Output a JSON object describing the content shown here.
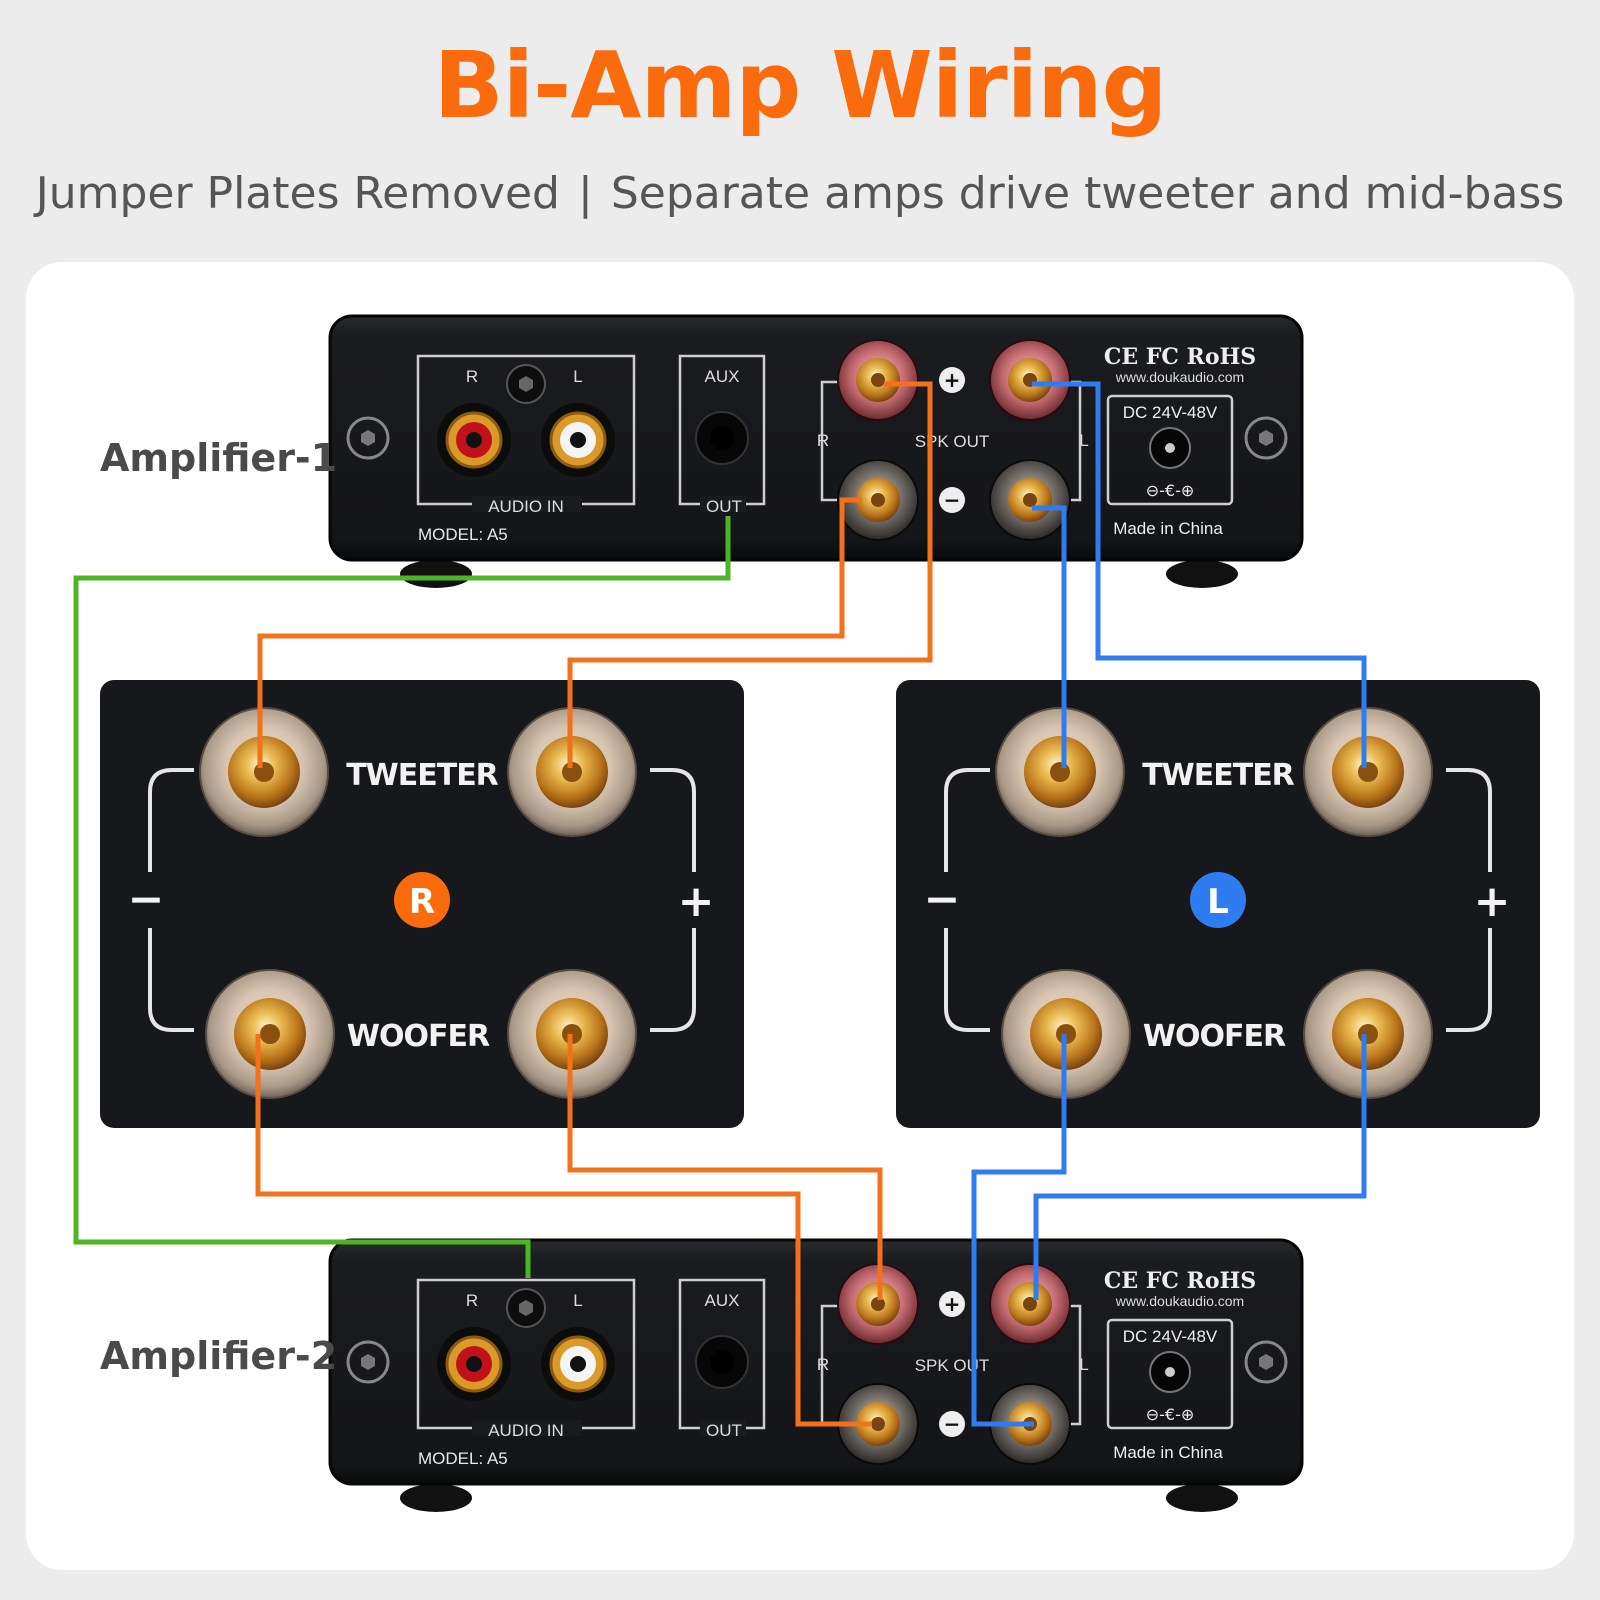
{
  "header": {
    "title": "Bi-Amp Wiring",
    "subtitle_left": "Jumper Plates Removed",
    "subtitle_sep": "|",
    "subtitle_right": "Separate amps drive tweeter and mid-bass"
  },
  "amplifiers": [
    {
      "label": "Amplifier-1",
      "r": "R",
      "l": "L",
      "audio_in": "AUDIO IN",
      "aux": "AUX",
      "out": "OUT",
      "model": "MODEL: A5",
      "spk_out": "SPK OUT",
      "spk_r": "R",
      "spk_l": "L",
      "plus": "+",
      "minus": "−",
      "cert": "CE FC RoHS",
      "website": "www.doukaudio.com",
      "dc": "DC 24V-48V",
      "polarity": "⊖-€-⊕",
      "made_in": "Made in China"
    },
    {
      "label": "Amplifier-2",
      "r": "R",
      "l": "L",
      "audio_in": "AUDIO IN",
      "aux": "AUX",
      "out": "OUT",
      "model": "MODEL: A5",
      "spk_out": "SPK OUT",
      "spk_r": "R",
      "spk_l": "L",
      "plus": "+",
      "minus": "−",
      "cert": "CE FC RoHS",
      "website": "www.doukaudio.com",
      "dc": "DC 24V-48V",
      "polarity": "⊖-€-⊕",
      "made_in": "Made in China"
    }
  ],
  "speakers": [
    {
      "badge": "R",
      "tweeter": "TWEETER",
      "woofer": "WOOFER",
      "minus": "−",
      "plus": "+"
    },
    {
      "badge": "L",
      "tweeter": "TWEETER",
      "woofer": "WOOFER",
      "minus": "−",
      "plus": "+"
    }
  ],
  "colors": {
    "orange": "#f2711c",
    "blue": "#2f7cf0",
    "green": "#4cb523",
    "title_orange": "#f96b0d",
    "panel": "#17181b"
  }
}
